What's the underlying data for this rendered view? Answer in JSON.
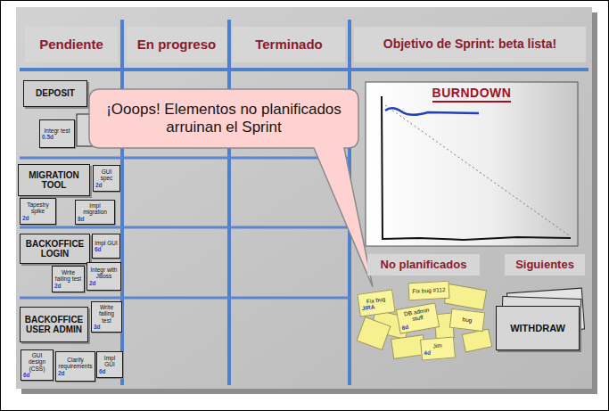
{
  "diagram": {
    "nodes": [
      {
        "text": [
          "Pendiente"
        ]
      },
      {
        "text": [
          "En progreso"
        ]
      },
      {
        "text": [
          "Terminado"
        ]
      },
      {
        "text": [
          "Objetivo de Sprint: beta lista!"
        ]
      },
      {
        "text": [
          "¡Ooops! Elementos no planificados arruinan el Sprint"
        ]
      },
      {
        "text": [
          "DEPOSIT"
        ]
      },
      {
        "text": [
          "Integr test",
          "0.5d"
        ]
      },
      {
        "text": [
          "MIGRATION TOOL"
        ]
      },
      {
        "text": [
          "GUI spec",
          "2d"
        ]
      },
      {
        "text": [
          "Tapestry spike",
          "2d"
        ]
      },
      {
        "text": [
          "Impl migration",
          "8d"
        ]
      },
      {
        "text": [
          "BACKOFFICE LOGIN"
        ]
      },
      {
        "text": [
          "Impl GUI",
          "6d"
        ]
      },
      {
        "text": [
          "Write failing test",
          "2d"
        ]
      },
      {
        "text": [
          "Integr with JBoss",
          "2d"
        ]
      },
      {
        "text": [
          "BACKOFFICE USER ADMIN"
        ]
      },
      {
        "text": [
          "Write failing test",
          "3d"
        ]
      },
      {
        "text": [
          "GUI design (CSS)",
          "6d"
        ]
      },
      {
        "text": [
          "Clarify requirements",
          "2d"
        ]
      },
      {
        "text": [
          "Impl GUI",
          "6d"
        ]
      },
      {
        "text": [
          "BURNDOWN"
        ]
      },
      {
        "text": [
          "No planificados"
        ]
      },
      {
        "text": [
          "Siguientes"
        ]
      },
      {
        "text": [
          "Fix bug",
          "JIRA"
        ]
      },
      {
        "text": [
          "Fix bug #112"
        ]
      },
      {
        "text": [
          "DB admin stuff",
          "8d"
        ]
      },
      {
        "text": [
          "bug"
        ]
      },
      {
        "text": [
          "Jim",
          "4d"
        ]
      },
      {
        "text": [
          "WITHDRAW"
        ]
      }
    ]
  }
}
